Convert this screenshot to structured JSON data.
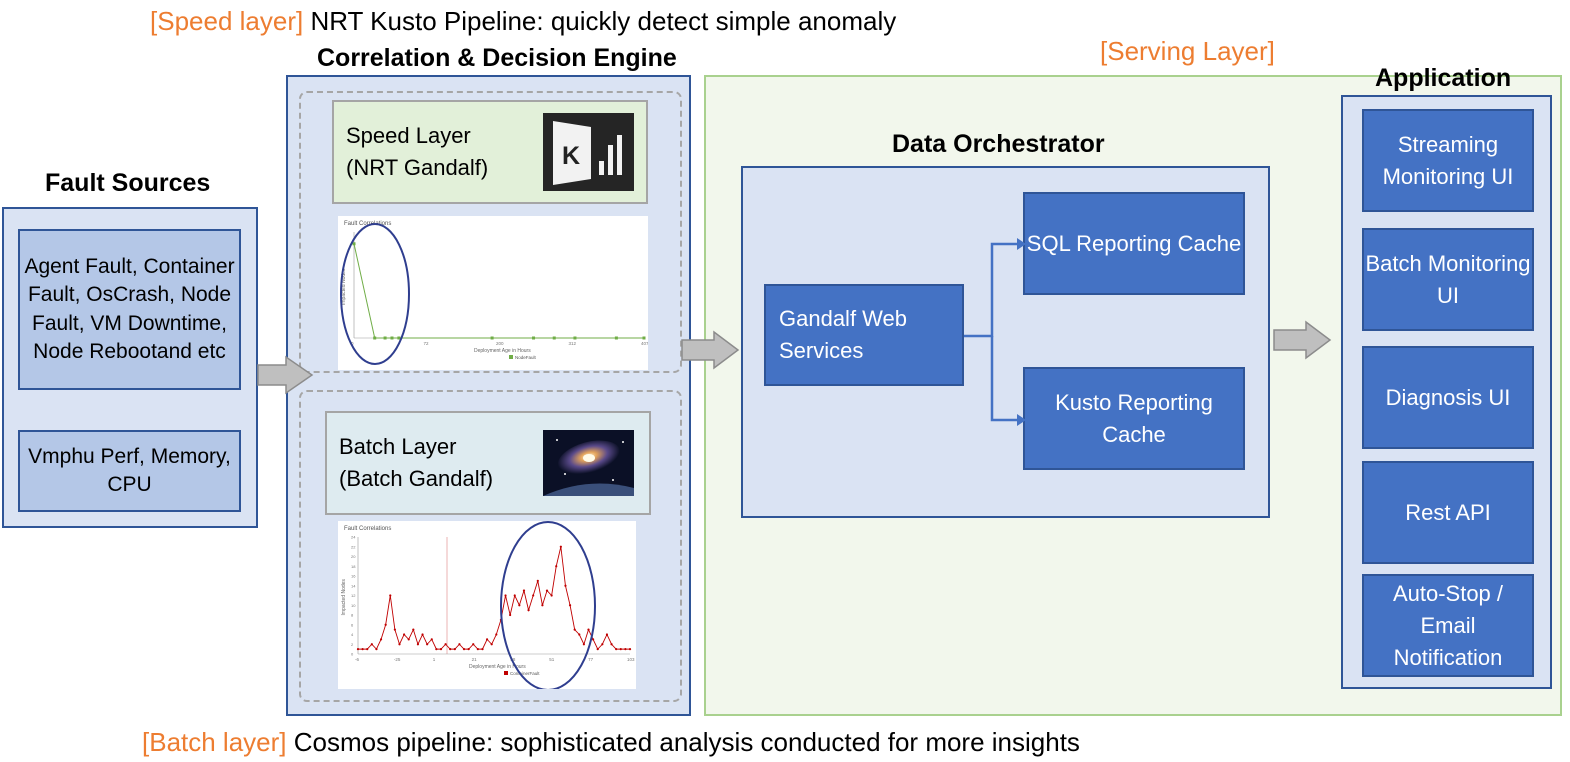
{
  "captions": {
    "speed_tag": "[Speed layer]",
    "speed_text": "NRT Kusto Pipeline: quickly detect simple anomaly",
    "batch_tag": "[Batch layer]",
    "batch_text": "Cosmos pipeline: sophisticated analysis conducted for more insights",
    "serving_tag": "[Serving Layer]"
  },
  "fault_sources": {
    "title": "Fault Sources",
    "box1": "Agent Fault, Container Fault, OsCrash, Node Fault, VM Downtime, Node Rebootand etc",
    "box2": "Vmphu Perf, Memory, CPU"
  },
  "engine": {
    "title": "Correlation & Decision Engine",
    "speed_line1": "Speed Layer",
    "speed_line2": "(NRT Gandalf)",
    "batch_line1": "Batch Layer",
    "batch_line2": "(Batch Gandalf)",
    "speed_chart": {
      "title": "Fault Correlations",
      "ylabel": "Impacted Nodes",
      "xlabel": "Deployment Age in Hours",
      "legend": "NodeFault",
      "xticks": [
        "0",
        "72",
        "200",
        "312",
        "407"
      ]
    },
    "batch_chart": {
      "title": "Fault Correlations",
      "ylabel": "Impacted Nodes",
      "xlabel": "Deployment Age in Hours",
      "legend": "ContainerFault",
      "xticks": [
        "-6",
        "-25",
        "1",
        "21",
        "38",
        "51",
        "77",
        "103"
      ],
      "yticks": [
        "0",
        "2",
        "4",
        "6",
        "8",
        "10",
        "12",
        "14",
        "16",
        "18",
        "20",
        "22",
        "24"
      ]
    }
  },
  "orchestrator": {
    "title": "Data Orchestrator",
    "web_services": "Gandalf Web Services",
    "sql_cache": "SQL Reporting Cache",
    "kusto_cache": "Kusto Reporting Cache"
  },
  "application": {
    "title": "Application",
    "items": [
      "Streaming Monitoring UI",
      "Batch Monitoring UI",
      "Diagnosis UI",
      "Rest API",
      "Auto-Stop / Email Notification"
    ]
  },
  "colors": {
    "accent_orange": "#ED7D31",
    "box_blue": "#4472C4",
    "panel_light": "#DAE3F3",
    "serving_bg": "#F2F7EC",
    "speed_series": "#70AD47",
    "batch_series": "#C00000"
  },
  "chart_data": [
    {
      "type": "line",
      "title": "Fault Correlations",
      "xlabel": "Deployment Age in Hours",
      "ylabel": "Impacted Nodes",
      "series": [
        {
          "name": "NodeFault",
          "x": [
            0,
            30,
            45,
            55,
            65,
            200,
            260,
            290,
            320,
            380,
            420
          ],
          "y": [
            8,
            0,
            0,
            0,
            0,
            0,
            0,
            0,
            0,
            0,
            0
          ]
        }
      ]
    },
    {
      "type": "line",
      "title": "Fault Correlations",
      "xlabel": "Deployment Age in Hours",
      "ylabel": "Impacted Nodes",
      "series": [
        {
          "name": "ContainerFault",
          "x": [
            0,
            1,
            2,
            3,
            4,
            5,
            6,
            7,
            8,
            9,
            10,
            11,
            12,
            13,
            14,
            15,
            16,
            17,
            18,
            19,
            20,
            21,
            22,
            23,
            24,
            25,
            26,
            27,
            28,
            29,
            30,
            31,
            32,
            33,
            34,
            35,
            36,
            37,
            38,
            39,
            40,
            41,
            42,
            43,
            44,
            45,
            46,
            47,
            48,
            49,
            50,
            51,
            52,
            53,
            54,
            55,
            56,
            57,
            58,
            59
          ],
          "y": [
            1,
            1,
            1,
            2,
            1,
            3,
            6,
            12,
            5,
            2,
            4,
            3,
            5,
            2,
            4,
            2,
            3,
            1,
            1,
            2,
            1,
            1,
            2,
            1,
            1,
            2,
            1,
            1,
            3,
            2,
            4,
            7,
            12,
            8,
            12,
            10,
            13,
            9,
            12,
            15,
            10,
            13,
            12,
            18,
            22,
            14,
            10,
            5,
            4,
            2,
            5,
            3,
            1,
            2,
            4,
            2,
            1,
            1,
            1,
            1
          ]
        }
      ]
    }
  ]
}
